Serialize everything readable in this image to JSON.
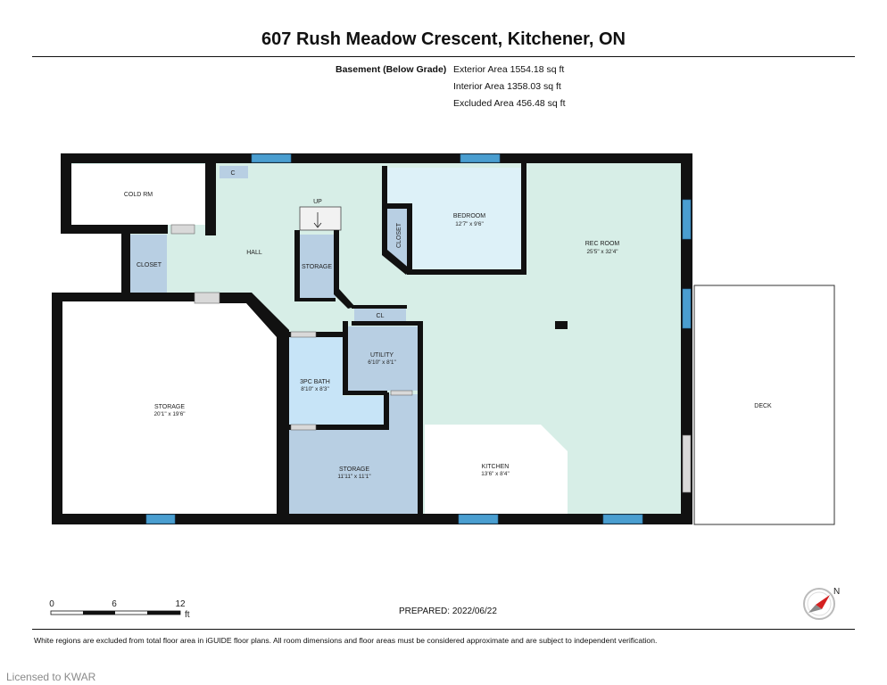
{
  "title": "607 Rush Meadow Crescent, Kitchener, ON",
  "level_label": "Basement (Below Grade)",
  "areas": [
    "Exterior Area 1554.18 sq ft",
    "Interior Area 1358.03 sq ft",
    "Excluded Area 456.48 sq ft"
  ],
  "rooms": {
    "cold_rm": {
      "name": "COLD RM"
    },
    "c": {
      "name": "C"
    },
    "hall": {
      "name": "HALL"
    },
    "up": {
      "name": "UP"
    },
    "closet_left": {
      "name": "CLOSET"
    },
    "storage_stair": {
      "name": "STORAGE"
    },
    "closet_bed": {
      "name": "CLOSET"
    },
    "bedroom": {
      "name": "BEDROOM",
      "dims": "12'7\" x 9'6\""
    },
    "rec_room": {
      "name": "REC ROOM",
      "dims": "25'5\" x 32'4\""
    },
    "cl": {
      "name": "CL"
    },
    "utility": {
      "name": "UTILITY",
      "dims": "6'10\" x 8'1\""
    },
    "bath": {
      "name": "3PC BATH",
      "dims": "8'10\" x 8'3\""
    },
    "storage_big": {
      "name": "STORAGE",
      "dims": "20'1\" x 19'6\""
    },
    "storage_small": {
      "name": "STORAGE",
      "dims": "11'11\" x 11'1\""
    },
    "kitchen": {
      "name": "KITCHEN",
      "dims": "13'6\" x 8'4\""
    },
    "deck": {
      "name": "DECK"
    }
  },
  "scale_bar": {
    "ticks": [
      "0",
      "6",
      "12"
    ],
    "unit": "ft"
  },
  "compass": {
    "label": "N"
  },
  "prepared": "PREPARED:  2022/06/22",
  "disclaimer": "White regions are excluded from total floor area in iGUIDE floor plans. All room dimensions and floor areas must be considered approximate and are subject to independent verification.",
  "watermark": "Licensed to KWAR",
  "colors": {
    "wall": "#111111",
    "hall_fill": "#d7eee7",
    "storage_fill": "#b8cfe3",
    "bath_fill": "#c7e4f7",
    "bedroom_fill": "#ddf1f8",
    "window": "#4a9ed0"
  }
}
